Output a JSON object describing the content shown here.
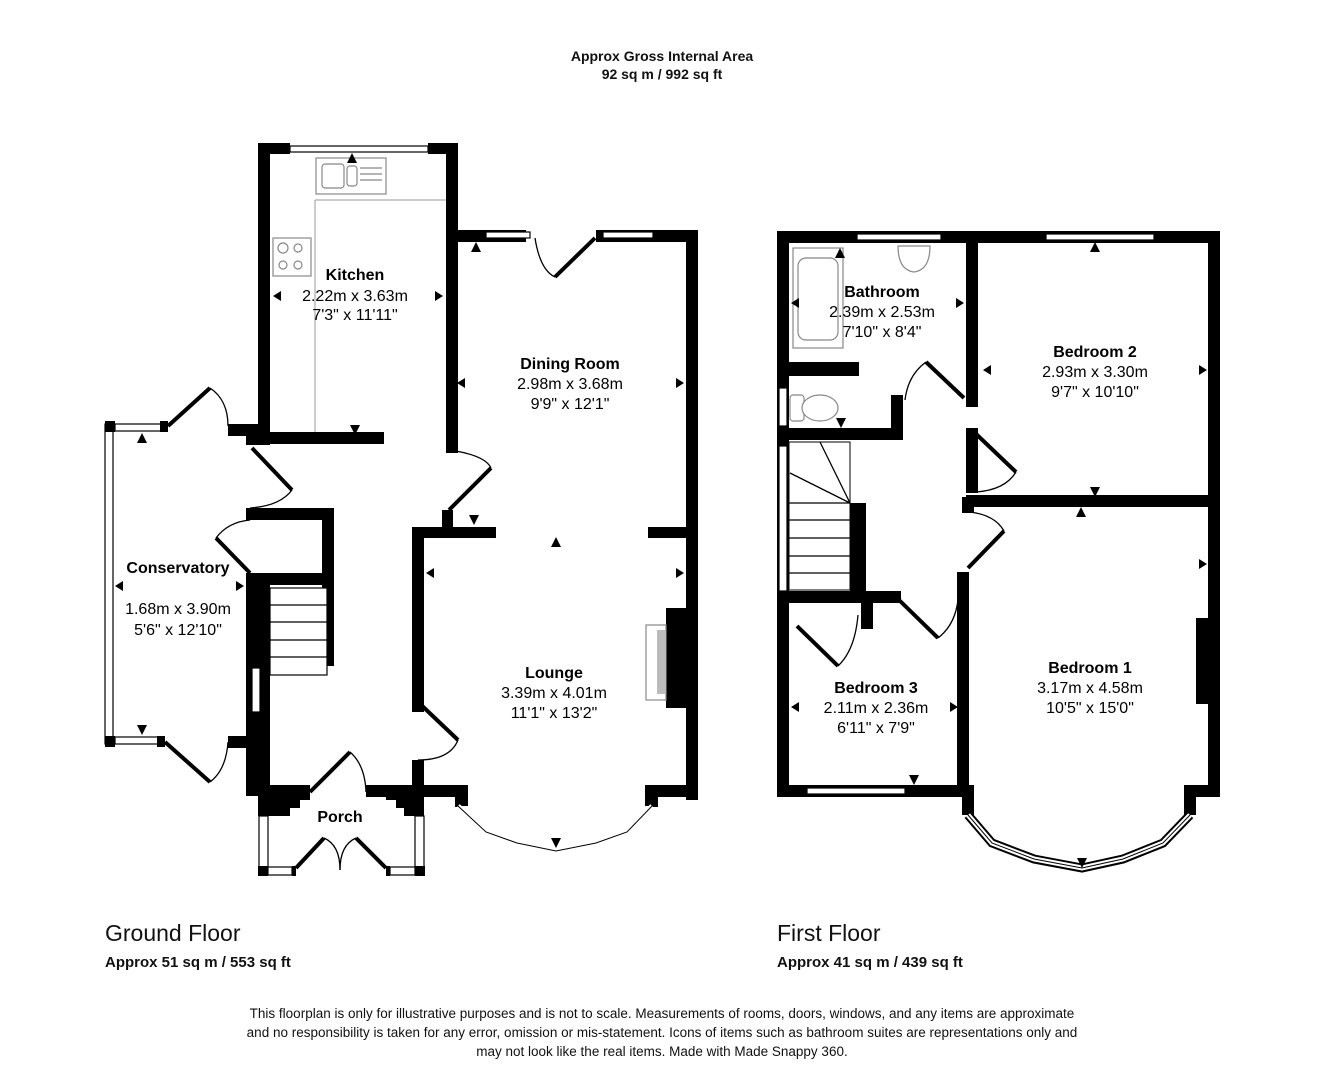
{
  "header": {
    "title": "Approx Gross Internal Area",
    "area": "92 sq m / 992 sq ft"
  },
  "floors": [
    {
      "title": "Ground Floor",
      "area": "Approx 51 sq m / 553 sq ft",
      "rooms": [
        {
          "name": "Kitchen",
          "metric": "2.22m x 3.63m",
          "imperial": "7'3\" x 11'11\""
        },
        {
          "name": "Dining Room",
          "metric": "2.98m x 3.68m",
          "imperial": "9'9\" x 12'1\""
        },
        {
          "name": "Conservatory",
          "metric": "1.68m x 3.90m",
          "imperial": "5'6\" x 12'10\""
        },
        {
          "name": "Lounge",
          "metric": "3.39m x 4.01m",
          "imperial": "11'1\" x 13'2\""
        },
        {
          "name": "Porch",
          "metric": "",
          "imperial": ""
        }
      ]
    },
    {
      "title": "First Floor",
      "area": "Approx 41 sq m / 439 sq ft",
      "rooms": [
        {
          "name": "Bathroom",
          "metric": "2.39m x 2.53m",
          "imperial": "7'10\" x 8'4\""
        },
        {
          "name": "Bedroom 2",
          "metric": "2.93m x 3.30m",
          "imperial": "9'7\" x 10'10\""
        },
        {
          "name": "Bedroom 3",
          "metric": "2.11m x 2.36m",
          "imperial": "6'11\" x 7'9\""
        },
        {
          "name": "Bedroom 1",
          "metric": "3.17m x 4.58m",
          "imperial": "10'5\" x 15'0\""
        }
      ]
    }
  ],
  "disclaimer": {
    "line1": "This floorplan is only for illustrative purposes and is not to scale. Measurements of rooms, doors, windows, and any items are approximate",
    "line2": "and no responsibility is taken for any error, omission or mis-statement. Icons of items such as bathroom suites are representations only and",
    "line3": "may not look like the real items. Made with Made Snappy 360."
  },
  "icons": {
    "sink": "kitchen-sink-icon",
    "hob": "hob-icon",
    "bath": "bath-icon",
    "basin": "basin-icon",
    "toilet": "toilet-icon",
    "fireplace": "fireplace-icon",
    "stairs": "stairs-icon"
  },
  "colors": {
    "wall": "#000000",
    "background": "#ffffff",
    "fixture": "#888888"
  }
}
